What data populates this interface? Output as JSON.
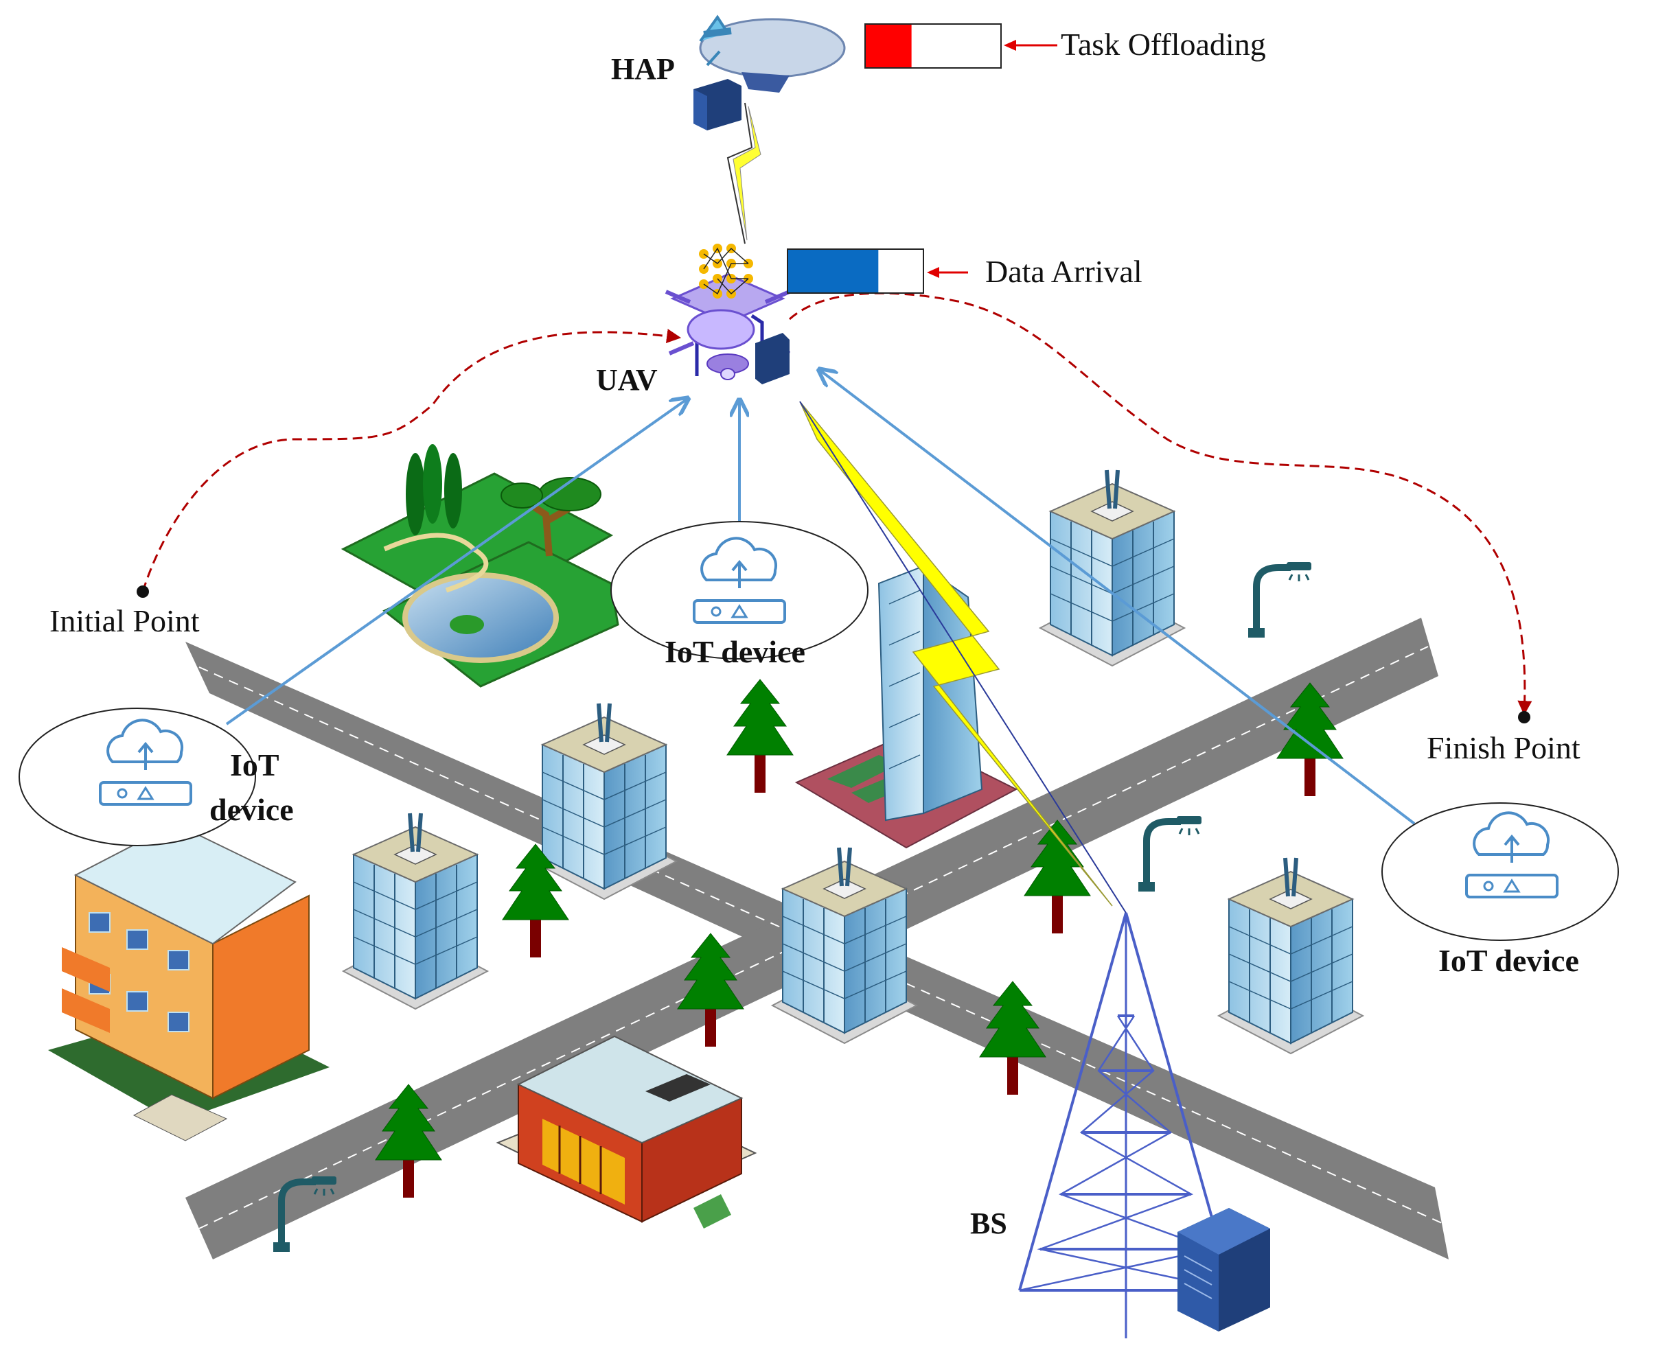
{
  "labels": {
    "hap": "HAP",
    "uav": "UAV",
    "bs": "BS",
    "task_offloading": "Task Offloading",
    "data_arrival": "Data Arrival",
    "initial_point": "Initial Point",
    "finish_point": "Finish Point",
    "iot_device_center": "IoT device",
    "iot_device_left_line1": "IoT",
    "iot_device_left_line2": "device",
    "iot_device_right": "IoT device"
  },
  "queues": {
    "task_offloading_fill_fraction": 0.34,
    "data_arrival_fill_fraction": 0.67
  },
  "colors": {
    "task_fill": "#ff0000",
    "data_fill": "#0a6bc2",
    "trajectory": "#b00000",
    "uplink": "#5b9bd5",
    "road": "#7f7f7f",
    "tree": "#008000",
    "trunk": "#7a0000",
    "lightning": "#ffff00",
    "building_glass": "#a9d3ea",
    "tower": "#4a5fc8"
  },
  "icons": [
    "airship-icon",
    "server-icon",
    "drone-icon",
    "neural-network-icon",
    "cloud-upload-device-icon",
    "building-icon",
    "tree-icon",
    "street-lamp-icon",
    "tower-icon",
    "park-icon",
    "store-icon"
  ]
}
